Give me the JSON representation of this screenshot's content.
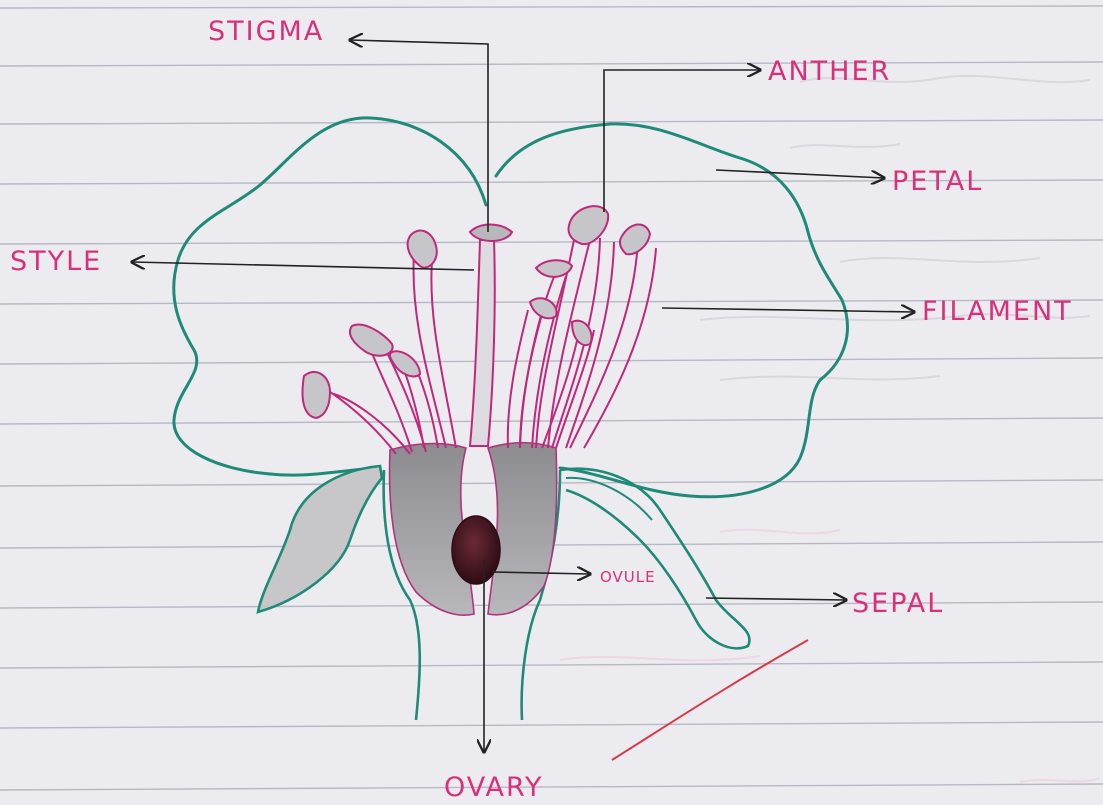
{
  "labels": {
    "stigma": "STIGMA",
    "anther": "ANTHER",
    "petal": "PETAL",
    "style": "STYLE",
    "filament": "FILAMENT",
    "ovule": "OVULE",
    "sepal": "SEPAL",
    "ovary": "OVARY"
  },
  "colors": {
    "paper": "#ecebf0",
    "ruled_line": "#b7b8c6",
    "label_ink": "#d8307a",
    "outline_teal": "#1f8a78",
    "pencil_grey": "#9a9a9e",
    "ovule_fill": "#4a1a22",
    "pointer_line": "#222222",
    "tick_red": "#d83a4a"
  },
  "icons": {
    "arrow_head": "arrowhead-icon",
    "correction_tick": "check-mark-icon"
  }
}
